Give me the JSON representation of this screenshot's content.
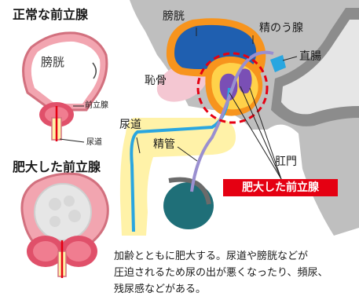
{
  "normal": {
    "title": "正常な前立腺",
    "bladder": "膀胱",
    "prostate": "前立腺",
    "urethra": "尿道"
  },
  "enlarged": {
    "title": "肥大した前立腺"
  },
  "section": {
    "bladder": "膀胱",
    "seminal_vesicle": "精のう腺",
    "rectum": "直腸",
    "pubic_bone": "恥骨",
    "urethra": "尿道",
    "vas_deferens": "精管",
    "anus": "肛門",
    "badge": "肥大した前立腺"
  },
  "caption": "加齢とともに肥大する。尿道や膀胱などが\n圧迫されるため尿の出が悪くなったり、頻尿、\n残尿感などがある。",
  "colors": {
    "accent_red": "#e50012",
    "bladder_blue": "#1f5fb0",
    "prostate_orange": "#f7941d",
    "prostate_yellow": "#ffd24a",
    "bone_pink": "#f4c7d2",
    "penis_yellow": "#fff2a8",
    "testis_teal": "#1f6f78",
    "body_gray": "#bfbfbf"
  }
}
